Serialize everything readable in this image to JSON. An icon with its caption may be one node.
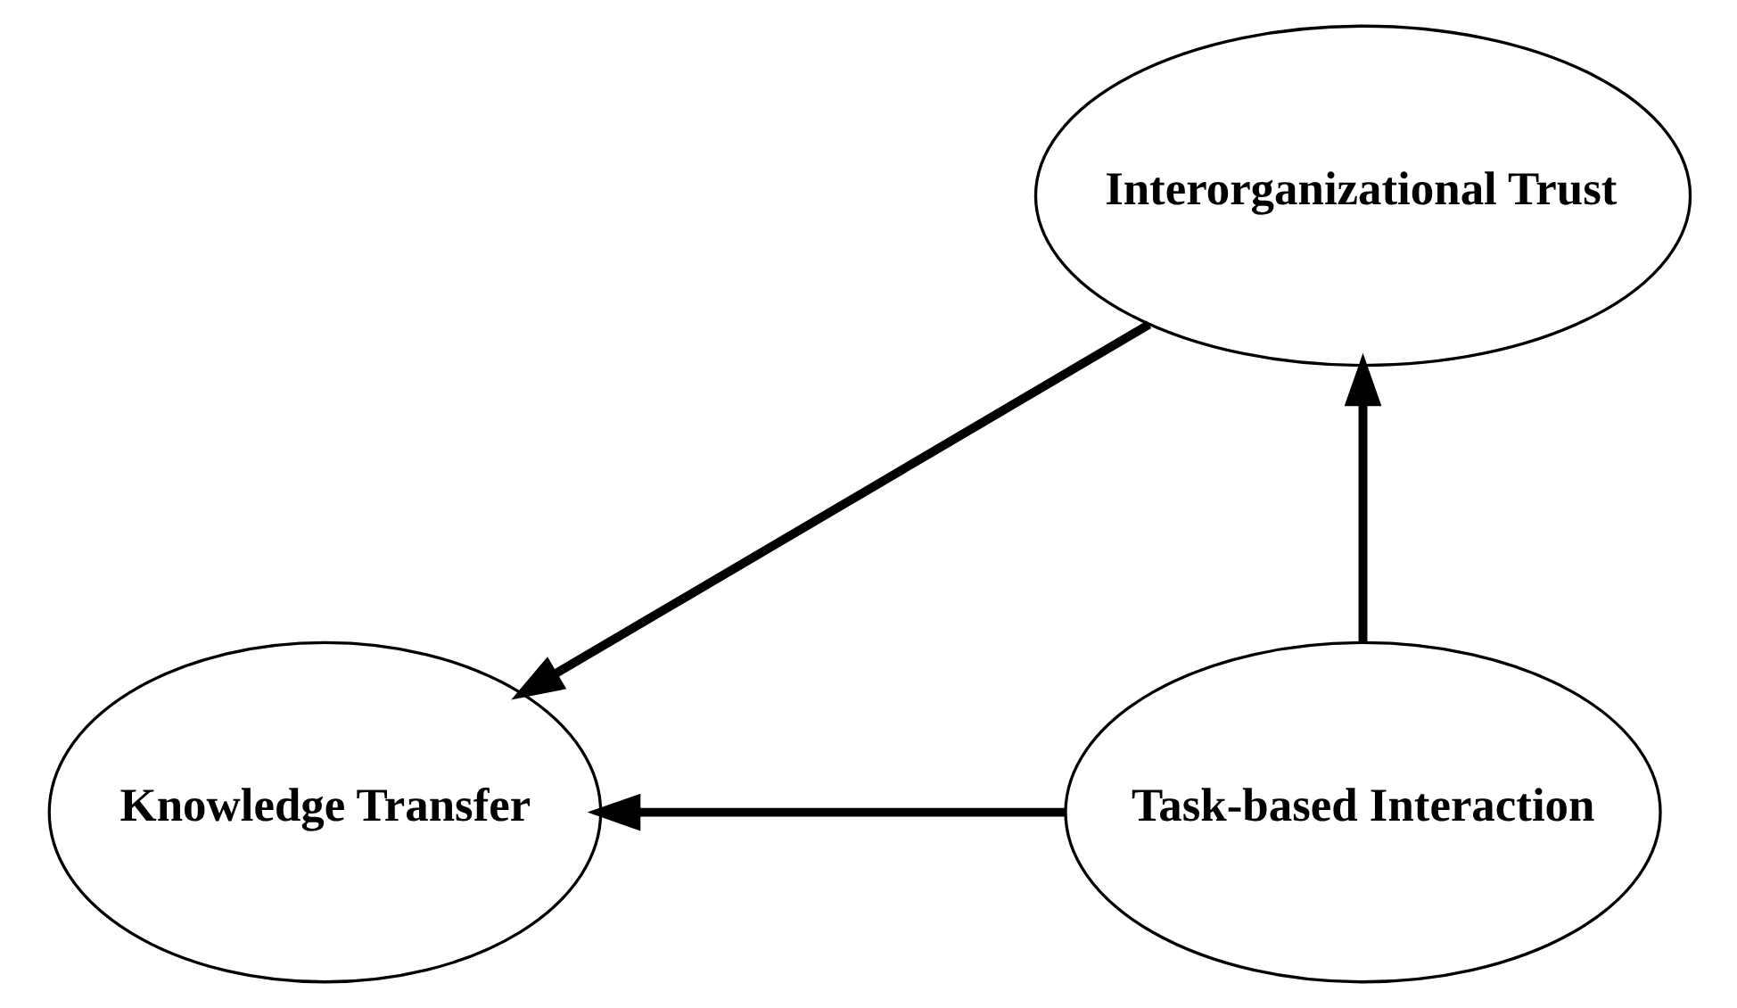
{
  "diagram": {
    "nodes": [
      {
        "text": [
          "Interorganizational Trust"
        ]
      },
      {
        "text": [
          "Task-based Interaction"
        ]
      },
      {
        "text": [
          "Knowledge Transfer"
        ]
      }
    ],
    "edges": [
      {
        "from": 1,
        "to": 0,
        "arrow": "to"
      },
      {
        "from": 0,
        "to": 2,
        "arrow": "to"
      },
      {
        "from": 1,
        "to": 2,
        "arrow": "to"
      }
    ]
  }
}
